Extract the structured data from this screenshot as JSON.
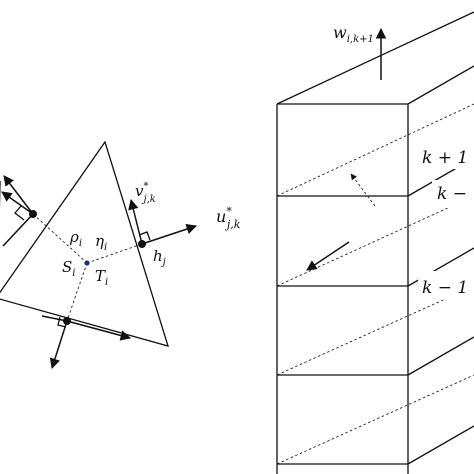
{
  "labels": {
    "w": "w",
    "w_sub": "i,k+1",
    "v": "v",
    "v_sup": "*",
    "v_sub": "j,k",
    "u": "u",
    "u_sup": "*",
    "u_sub": "j,k",
    "h": "h",
    "h_sub": "j",
    "rho": "ρ",
    "rho_sub": "i",
    "eta": "η",
    "eta_sub": "i",
    "S": "S",
    "S_sub": "i",
    "T": "T",
    "T_sub": "i",
    "layer_k_plus_1": "k + 1",
    "layer_k": "k −",
    "layer_k_minus_1": "k − 1"
  }
}
